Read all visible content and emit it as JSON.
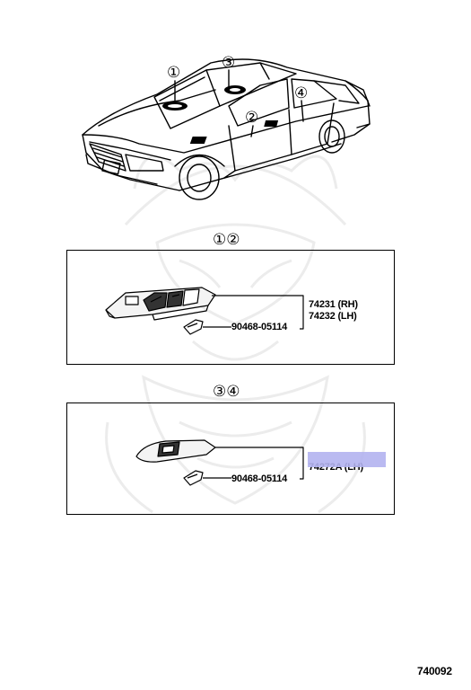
{
  "car": {
    "callouts": [
      "①",
      "③",
      "②",
      "④"
    ]
  },
  "group1": {
    "heading": "①②",
    "part_rh": "74231 (RH)",
    "part_lh": "74232 (LH)",
    "clip": "90468-05114"
  },
  "group2": {
    "heading": "③④",
    "part_lh": "74272A (LH)",
    "clip": "90468-05114",
    "highlight_color": "#b3b3f0"
  },
  "figure_number": "740092"
}
